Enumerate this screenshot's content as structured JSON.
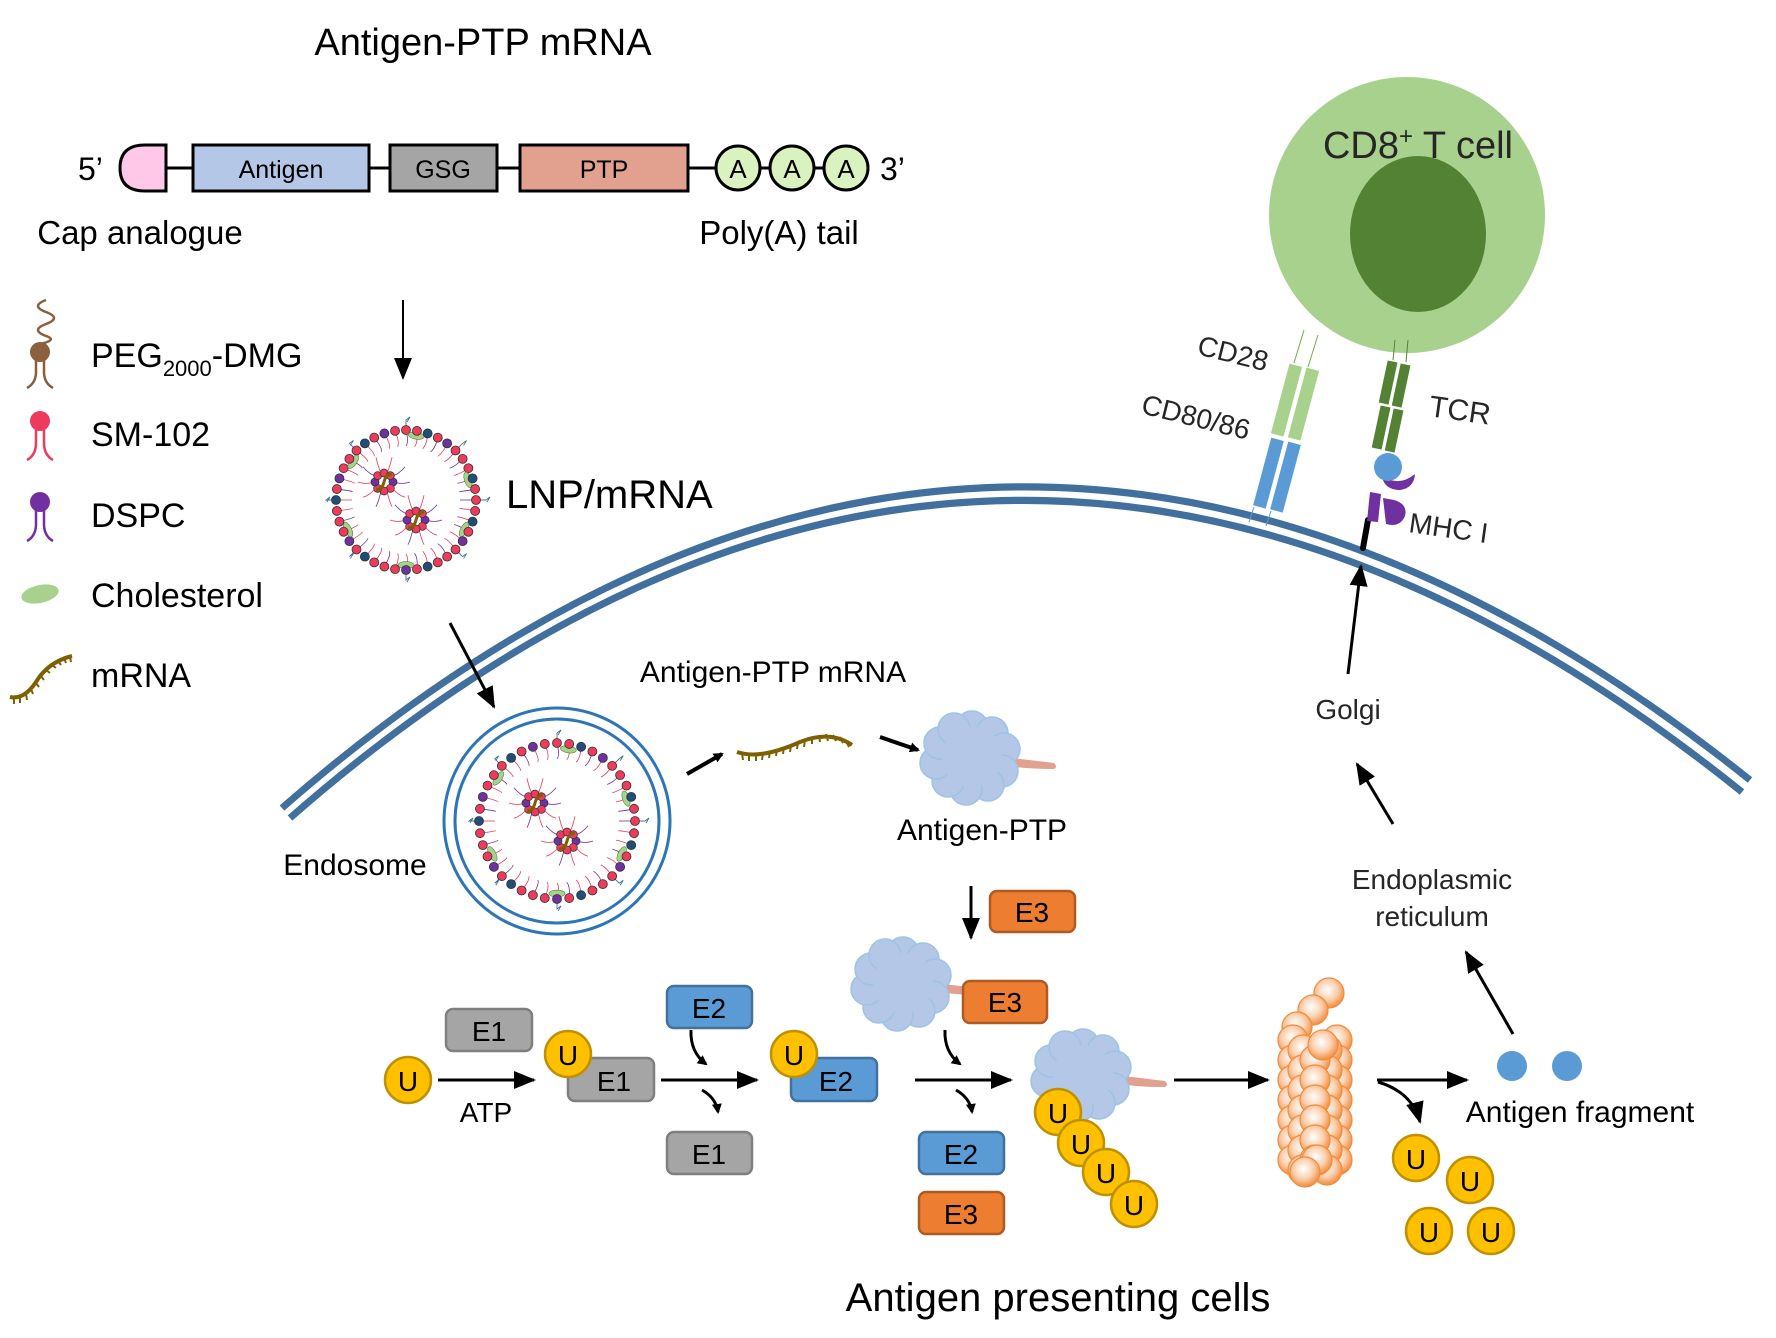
{
  "title": "Antigen-PTP mRNA",
  "construct": {
    "five_prime": "5’",
    "three_prime": "3’",
    "segments": [
      "Antigen",
      "GSG",
      "PTP"
    ],
    "poly_a": [
      "A",
      "A",
      "A"
    ],
    "cap_label": "Cap analogue",
    "tail_label": "Poly(A) tail"
  },
  "legend": {
    "peg_main": "PEG",
    "peg_sub": "2000",
    "peg_suffix": "-DMG",
    "sm102": "SM-102",
    "dspc": "DSPC",
    "cholesterol": "Cholesterol",
    "mrna": "mRNA"
  },
  "labels": {
    "lnp": "LNP/mRNA",
    "endosome": "Endosome",
    "released_mrna": "Antigen-PTP mRNA",
    "antigen_ptp": "Antigen-PTP",
    "atp": "ATP",
    "antigen_fragment": "Antigen fragment",
    "er_line1": "Endoplasmic",
    "er_line2": "reticulum",
    "golgi": "Golgi",
    "mhc": "MHC I",
    "tcr": "TCR",
    "cd28": "CD28",
    "cd80": "CD80/86",
    "tcell_main": "CD8",
    "tcell_sup": "+",
    "tcell_suffix": " T cell",
    "apc": "Antigen presenting cells"
  },
  "enzymes": {
    "e1": "E1",
    "e2": "E2",
    "e3": "E3",
    "ubiquitin": "U"
  },
  "colors": {
    "membrane": "#41709e",
    "e1_fill": "#a5a5a5",
    "e2_fill": "#5b9bd5",
    "e3_fill": "#ed7d31",
    "ubiquitin_fill": "#ffc000",
    "tcell_outer": "#a9d18e",
    "tcell_nucleus": "#548235",
    "antigen_box": "#b4c7e7",
    "gsg_box": "#a5a5a5",
    "ptp_box": "#e2a08e",
    "poly_a": "#d9f2c0",
    "cap": "#ffc8e8",
    "protein_cloud": "#b4c7e7",
    "mhc": "#7030a0"
  }
}
